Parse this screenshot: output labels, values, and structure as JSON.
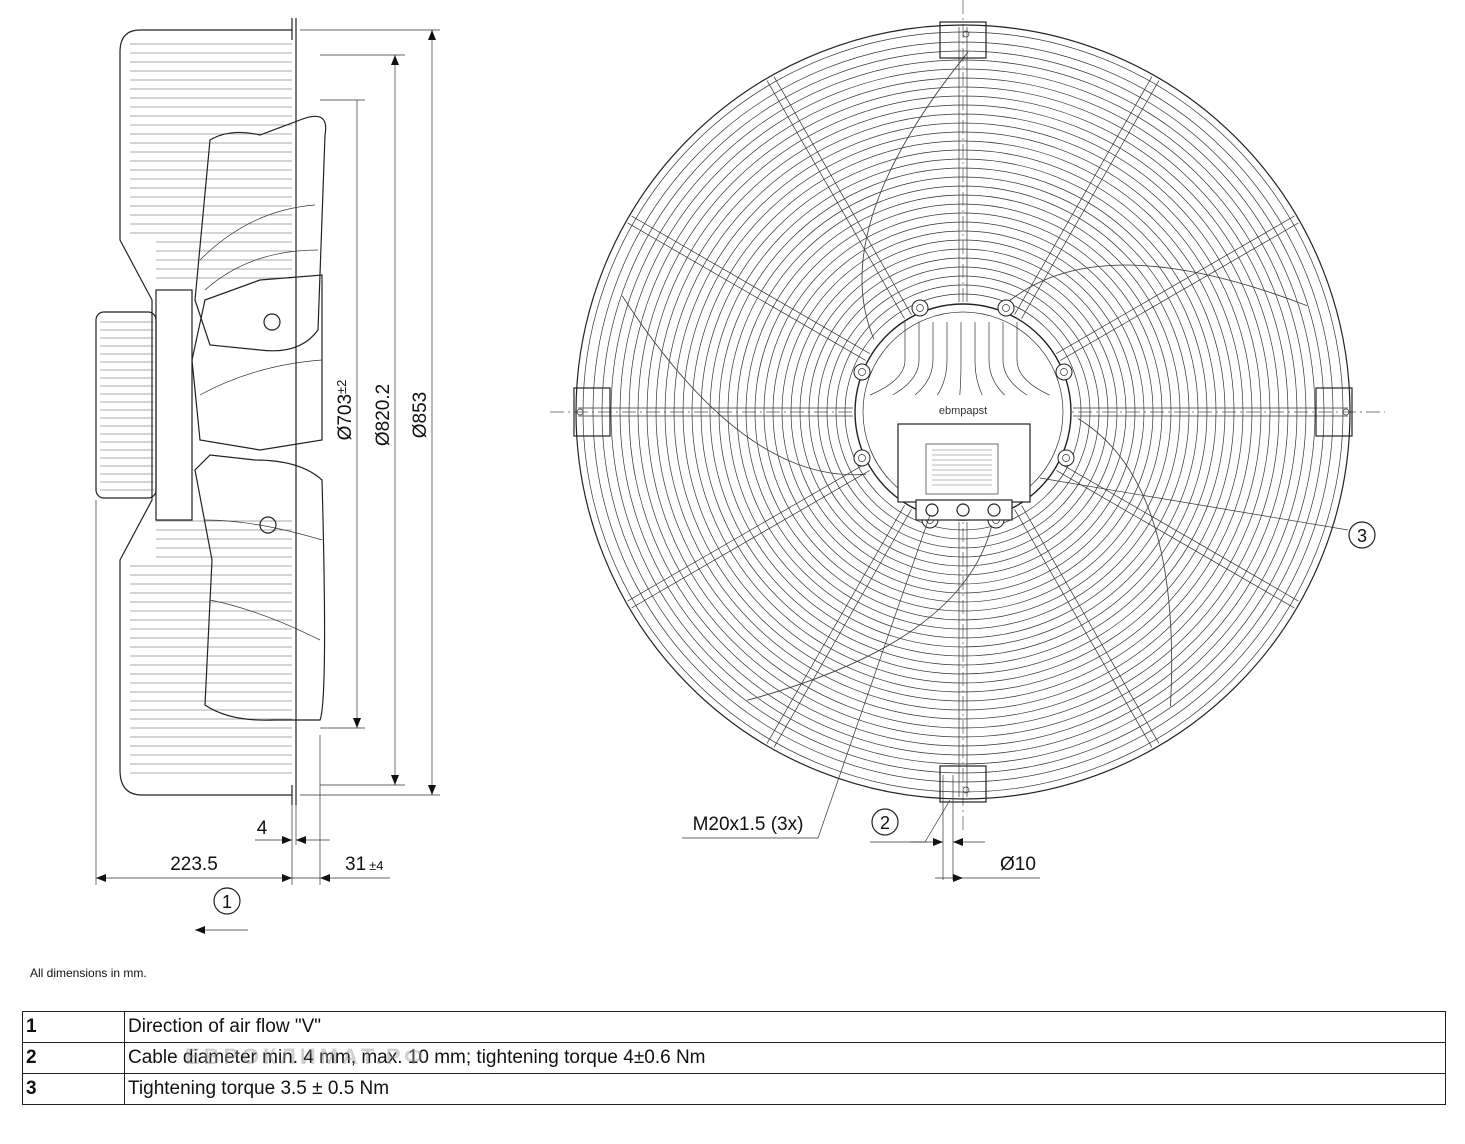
{
  "dimensions": {
    "d_bore": "Ø703",
    "d_bore_tol": "±2",
    "d_blade": "Ø820.2",
    "d_guard": "Ø853",
    "depth_total": "223.5",
    "depth_flange": "4",
    "depth_motor": "31",
    "depth_motor_tol": "±4",
    "gland": "M20x1.5 (3x)",
    "cable_d": "Ø10"
  },
  "callouts": [
    "1",
    "2",
    "3"
  ],
  "nameplate_brand": "ebmpapst",
  "note": "All dimensions in mm.",
  "legend": [
    {
      "num": "1",
      "text": "Direction of air flow \"V\""
    },
    {
      "num": "2",
      "text": "Cable diameter min. 4 mm, max. 10 mm; tightening torque 4±0.6 Nm"
    },
    {
      "num": "3",
      "text": "Tightening torque 3.5 ± 0.5 Nm"
    }
  ],
  "watermark": "ЕВРОКЛИМАТ.РФ"
}
